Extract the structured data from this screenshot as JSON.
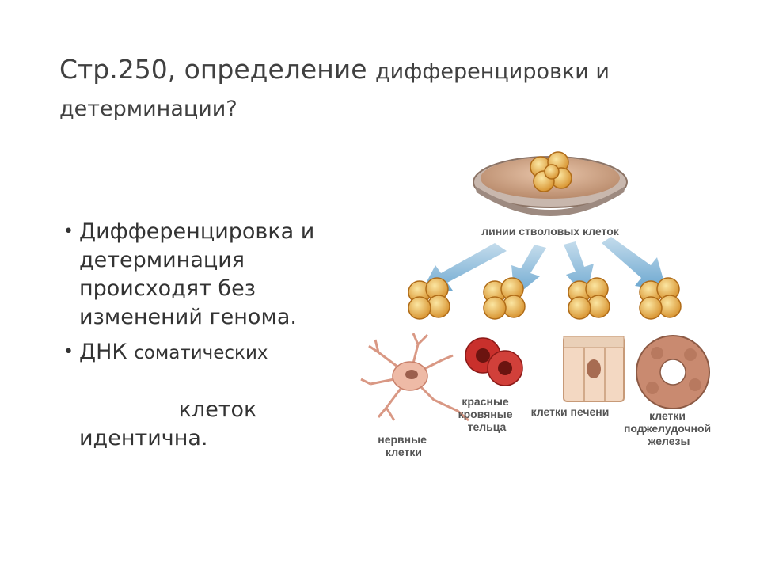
{
  "slide": {
    "title_part1": "Стр.250, определение ",
    "title_part2": "дифференцировки и детерминации?",
    "bullets": [
      "Дифференцировка и детерминация происходят без изменений генома.",
      "ДНК ",
      "соматических",
      "клеток",
      "идентична."
    ]
  },
  "diagram": {
    "stem_label": "линии стволовых клеток",
    "nerve_label": [
      "нервные",
      "клетки"
    ],
    "blood_label": [
      "красные",
      "кровяные",
      "тельца"
    ],
    "liver_label": "клетки печени",
    "pancreas_label": [
      "клетки",
      "поджелудочной",
      "железы"
    ],
    "colors": {
      "cell": "#e8a73c",
      "cell_light": "#f6d27a",
      "arrow": "#7fb4d6",
      "blood": "#c9302c",
      "nerve": "#e9b4a2",
      "liver": "#f3d8c2",
      "pancreas": "#b8795f"
    }
  }
}
